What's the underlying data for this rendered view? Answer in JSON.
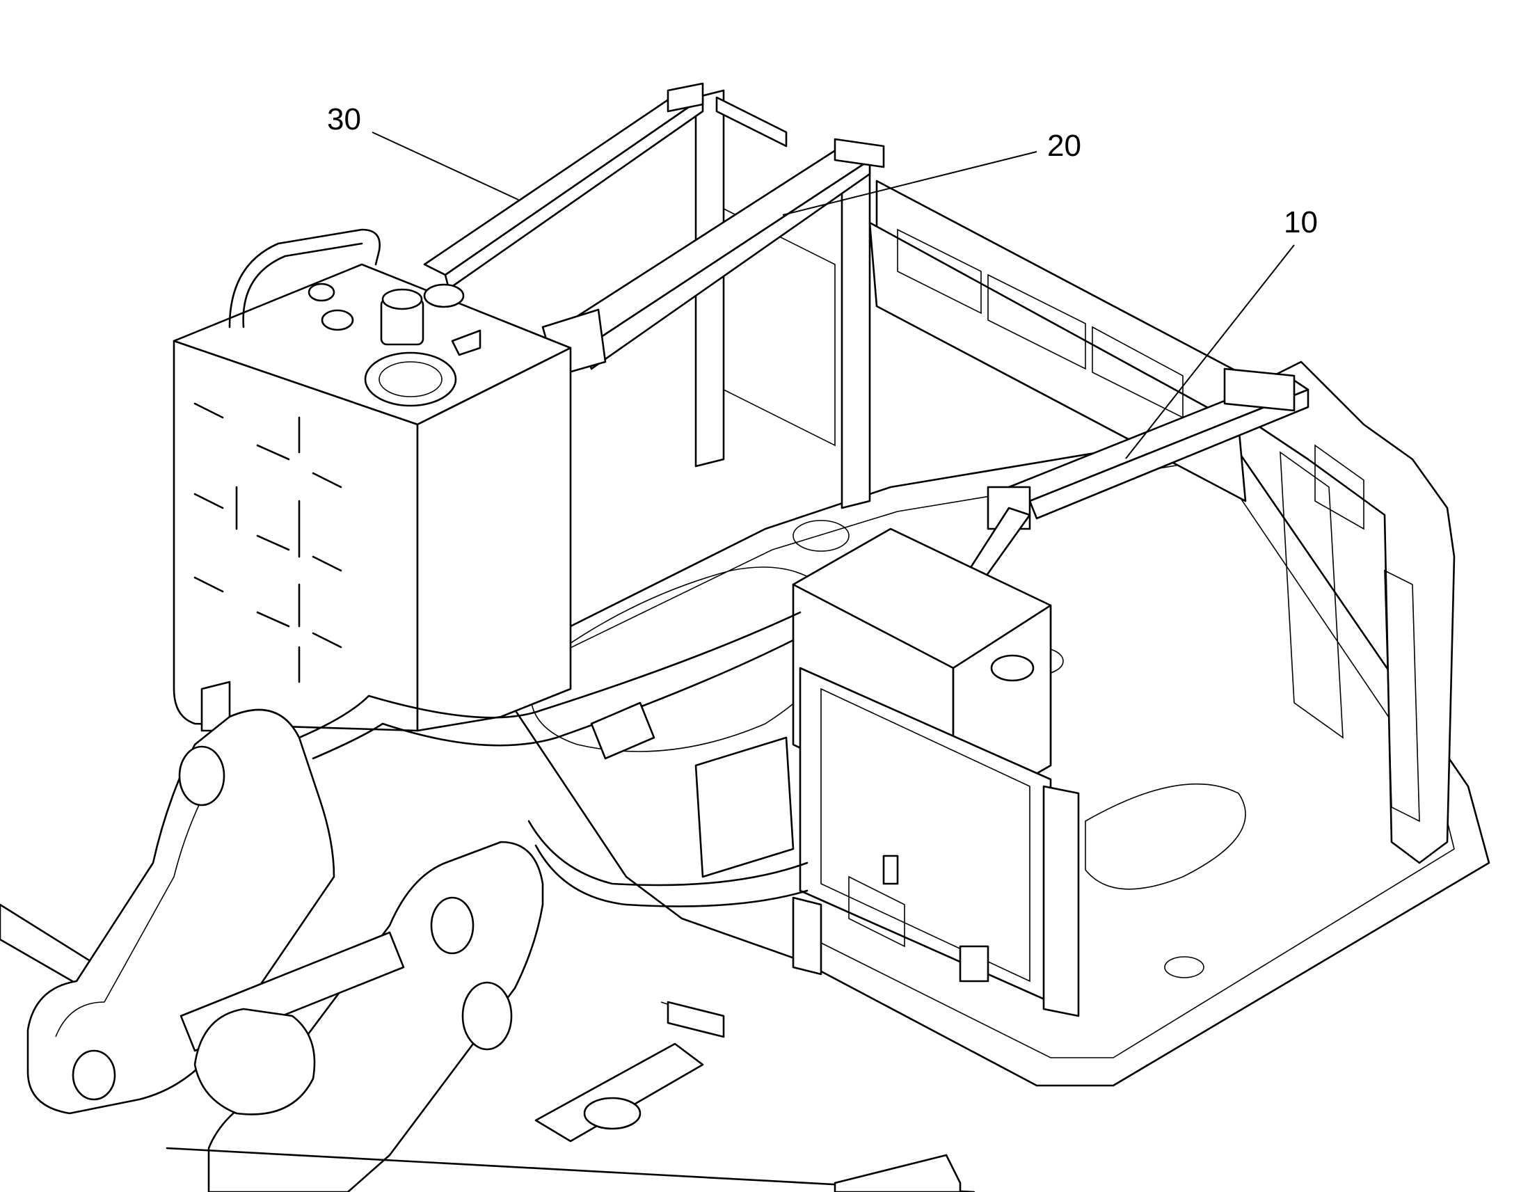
{
  "callouts": [
    {
      "id": "30",
      "label": "30"
    },
    {
      "id": "20",
      "label": "20"
    },
    {
      "id": "10",
      "label": "10"
    }
  ],
  "colors": {
    "line": "#000000",
    "background": "#ffffff"
  }
}
